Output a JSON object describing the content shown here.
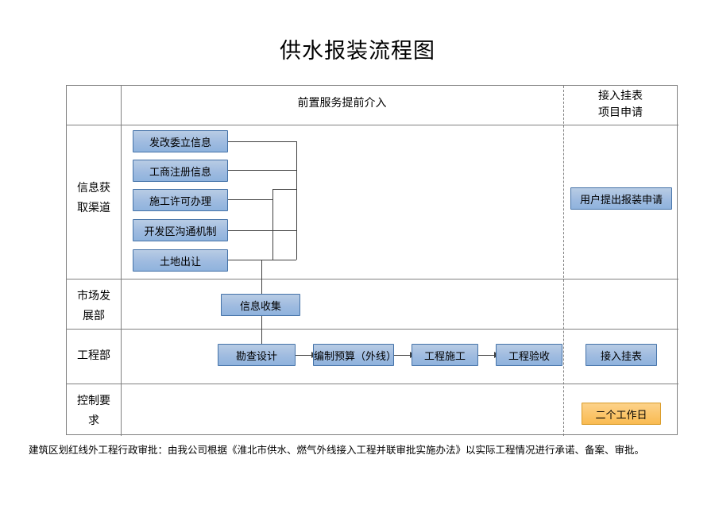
{
  "title": "供水报装流程图",
  "header": {
    "col_main": "前置服务提前介入",
    "col_right_line1": "接入挂表",
    "col_right_line2": "项目申请"
  },
  "rows": [
    {
      "label_line1": "信息获",
      "label_line2": "取渠道"
    },
    {
      "label_line1": "市场发",
      "label_line2": "展部"
    },
    {
      "label_line1": "工程部",
      "label_line2": ""
    },
    {
      "label_line1": "控制要",
      "label_line2": "求"
    }
  ],
  "boxes": {
    "info_sources": [
      "发改委立信息",
      "工商注册信息",
      "施工许可办理",
      "开发区沟通机制",
      "土地出让"
    ],
    "info_collect": "信息收集",
    "user_apply": "用户提出报装申请",
    "engineering": [
      "勘查设计",
      "编制预算（外线）",
      "工程施工",
      "工程验收"
    ],
    "connect_meter": "接入挂表",
    "control_days": "二个工作日"
  },
  "footer": "建筑区划红线外工程行政审批：由我公司根据《淮北市供水、燃气外线接入工程并联审批实施办法》以实际工程情况进行承诺、备案、审批。",
  "colors": {
    "box_fill": "#9fbbe0",
    "box_border": "#4472a8",
    "highlight_fill": "#fbc56a",
    "highlight_border": "#d99b28",
    "grid": "#808080"
  }
}
